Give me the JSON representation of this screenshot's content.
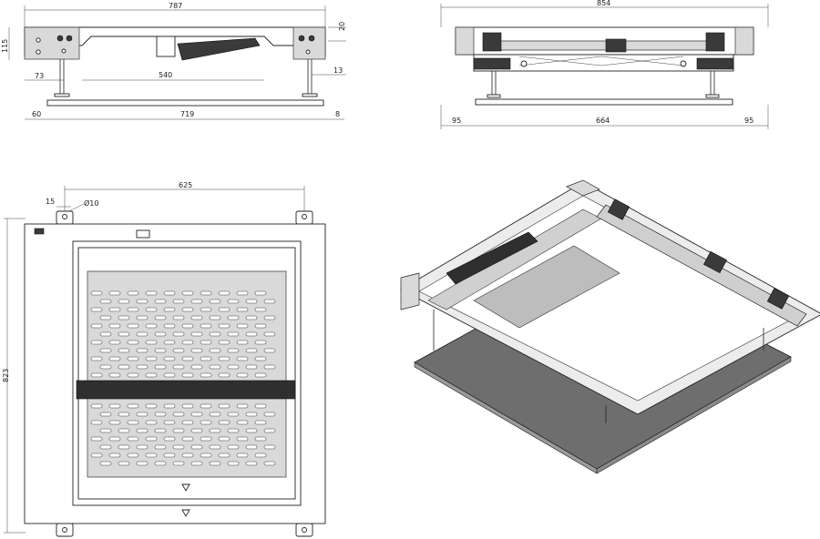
{
  "dimensions": {
    "front": {
      "overall_width": "787",
      "height": "115",
      "top_offset": "20",
      "left_offset": "73",
      "inner_span": "540",
      "right_offset": "13",
      "plate_left": "60",
      "plate_width": "719",
      "plate_thickness": "8"
    },
    "side": {
      "overall_length": "854",
      "left_margin": "95",
      "inner_span": "664",
      "right_margin": "95"
    },
    "top": {
      "hole_spacing": "625",
      "tab_width": "15",
      "hole_diameter": "Ø10",
      "overall_depth": "823"
    }
  },
  "colors": {
    "line": "#222222",
    "plate_shade": "#6e6e6e",
    "frame_shade": "#d9d9d9",
    "dark_band": "#2f2f2f"
  },
  "icons": {
    "arrow": "triangle-down-icon"
  }
}
